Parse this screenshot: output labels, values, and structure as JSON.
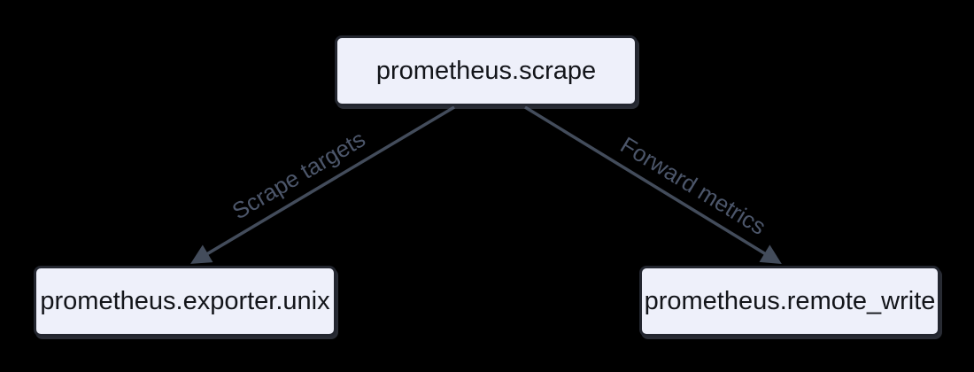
{
  "diagram": {
    "type": "flowchart",
    "background": "#000000",
    "nodes": [
      {
        "id": "scrape",
        "label": "prometheus.scrape"
      },
      {
        "id": "exporter",
        "label": "prometheus.exporter.unix"
      },
      {
        "id": "remote_write",
        "label": "prometheus.remote_write"
      }
    ],
    "edges": [
      {
        "from": "scrape",
        "to": "exporter",
        "label": "Scrape targets"
      },
      {
        "from": "scrape",
        "to": "remote_write",
        "label": "Forward metrics"
      }
    ],
    "colors": {
      "node_fill": "#eef0fa",
      "node_border": "#23262f",
      "node_text": "#13151a",
      "edge_line": "#434c5b",
      "edge_label": "#4c566a"
    }
  }
}
